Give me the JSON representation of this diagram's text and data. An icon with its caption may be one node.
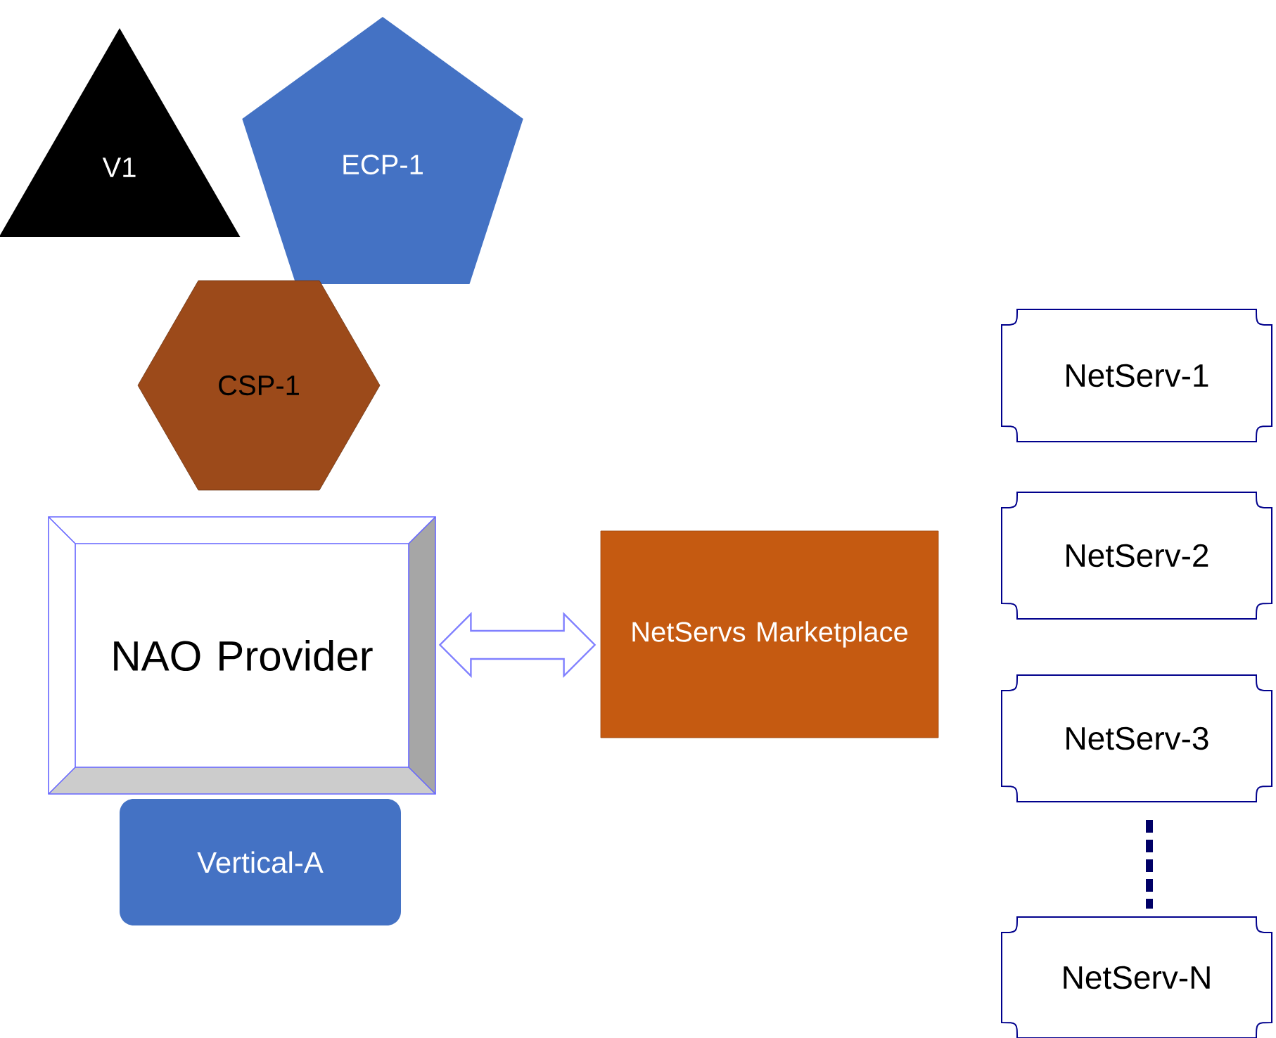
{
  "diagram": {
    "nodes": [
      {
        "text": [
          "V1"
        ]
      },
      {
        "text": [
          "ECP-1"
        ]
      },
      {
        "text": [
          "CSP-1"
        ]
      },
      {
        "text": [
          "NAO Provider"
        ]
      },
      {
        "text": [
          "NetServs Marketplace"
        ]
      },
      {
        "text": [
          "Vertical-A"
        ]
      },
      {
        "text": [
          "NetServ-1"
        ]
      },
      {
        "text": [
          "NetServ-2"
        ]
      },
      {
        "text": [
          "NetServ-3"
        ]
      },
      {
        "text": [
          "NetServ-N"
        ]
      }
    ],
    "edges": [
      {
        "from": 3,
        "to": 4,
        "arrow": "both"
      }
    ]
  }
}
